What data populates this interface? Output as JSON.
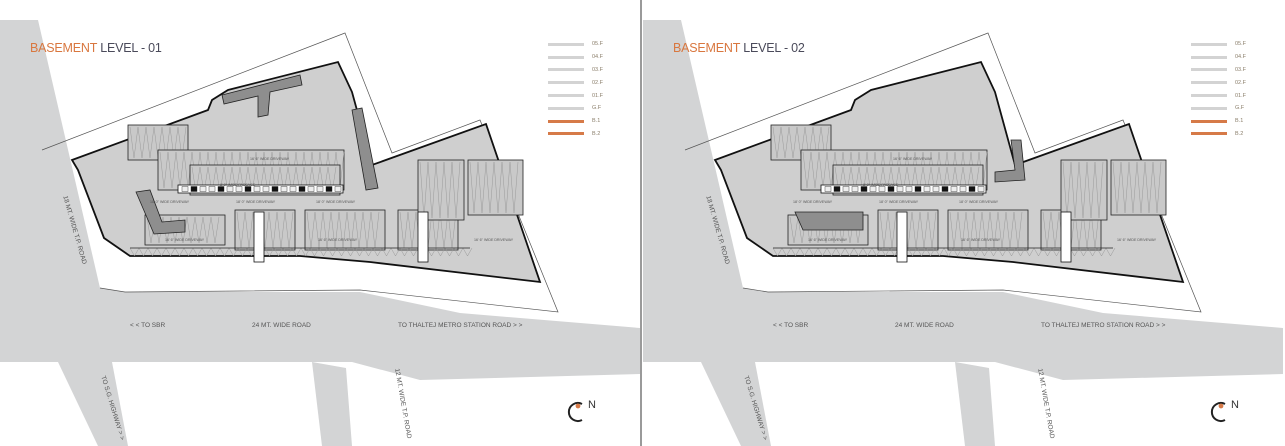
{
  "panels": [
    {
      "title_accent": "BASEMENT",
      "title_rest": "LEVEL - 01",
      "variant": 1
    },
    {
      "title_accent": "BASEMENT",
      "title_rest": "LEVEL - 02",
      "variant": 2
    }
  ],
  "legend": [
    {
      "label": "05.F",
      "active": false
    },
    {
      "label": "04.F",
      "active": false
    },
    {
      "label": "03.F",
      "active": false
    },
    {
      "label": "02.F",
      "active": false
    },
    {
      "label": "01.F",
      "active": false
    },
    {
      "label": "G.F",
      "active": false
    },
    {
      "label": "B.1",
      "active": true
    },
    {
      "label": "B.2",
      "active": true
    }
  ],
  "roads": {
    "left": "18 MT. WIDE T.P. ROAD",
    "sbr": "< < TO SBR",
    "main": "24 MT. WIDE ROAD",
    "thaltej": "TO THALTEJ METRO STATION ROAD > >",
    "sg": "TO S.G. HIGHWAY > >",
    "tp12": "12 MT. WIDE T.P. ROAD"
  },
  "plan_labels": {
    "driveway18": "18' 0\" WIDE DRIVEWAY",
    "driveway16": "16' 6\" WIDE DRIVEWAY",
    "passage": "8' 0\" WIDE PASSAGE"
  },
  "compass": "N",
  "colors": {
    "accent": "#d67a48",
    "road": "#d3d4d5",
    "floor": "#d0d0d0",
    "ramp": "#8e8e8e"
  }
}
